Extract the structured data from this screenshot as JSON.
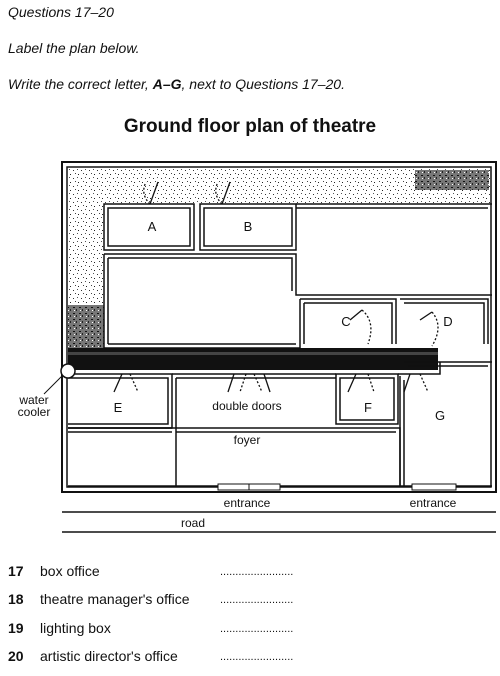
{
  "header": {
    "questions_range": "Questions 17–20",
    "instruction_1": "Label the plan below.",
    "instruction_2_pre": "Write the correct letter, ",
    "instruction_2_letters": "A–G",
    "instruction_2_post": ", next to Questions 17–20."
  },
  "plan": {
    "title": "Ground floor plan of theatre",
    "rooms": [
      "A",
      "B",
      "C",
      "D",
      "E",
      "F",
      "G"
    ],
    "labels": {
      "water_cooler_1": "water",
      "water_cooler_2": "cooler",
      "double_doors": "double doors",
      "foyer": "foyer",
      "entrance_left": "entrance",
      "entrance_right": "entrance",
      "road": "road"
    }
  },
  "questions": [
    {
      "number": "17",
      "text": "box office",
      "answer_blank": "........................"
    },
    {
      "number": "18",
      "text": "theatre manager's office",
      "answer_blank": "........................"
    },
    {
      "number": "19",
      "text": "lighting box",
      "answer_blank": "........................"
    },
    {
      "number": "20",
      "text": "artistic director's office",
      "answer_blank": "........................"
    }
  ]
}
